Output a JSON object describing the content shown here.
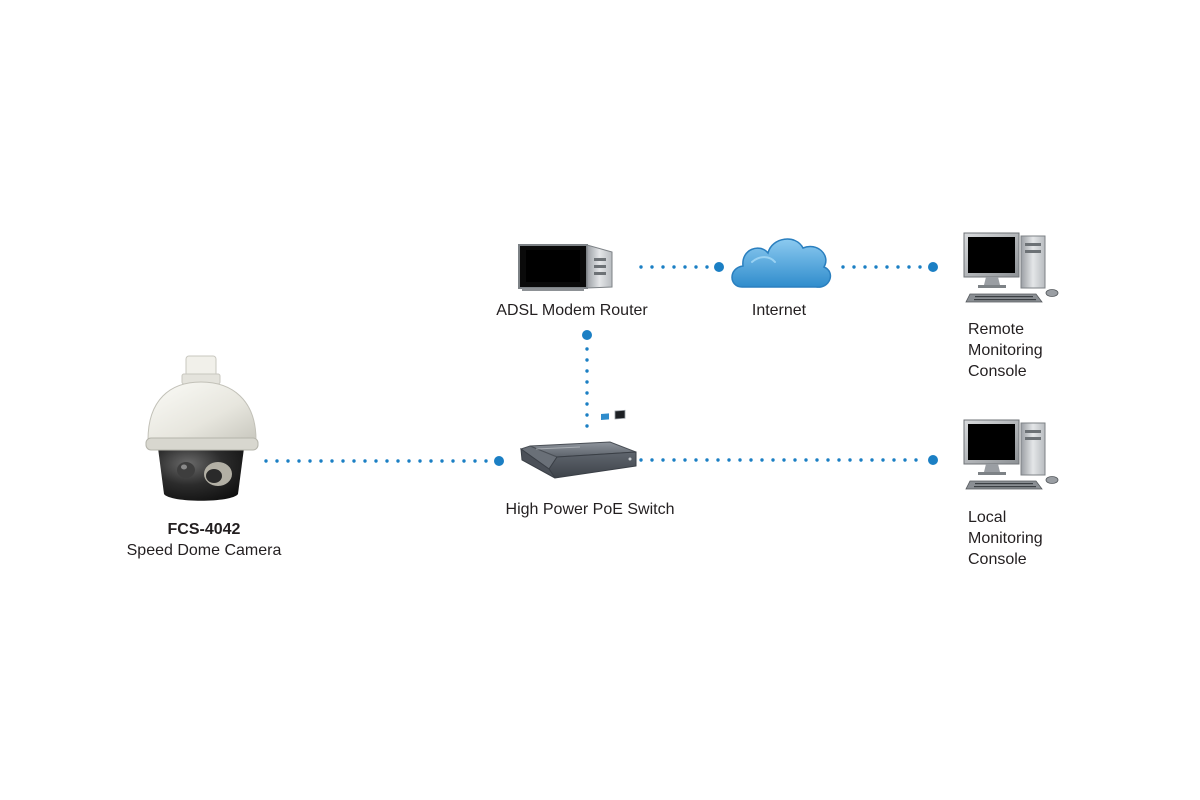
{
  "nodes": {
    "camera": {
      "model": "FCS-4042",
      "description": "Speed Dome Camera"
    },
    "router": {
      "label": "ADSL Modem Router"
    },
    "internet": {
      "label": "Internet"
    },
    "switch": {
      "label": "High Power PoE Switch"
    },
    "remote_console": {
      "line1": "Remote",
      "line2": "Monitoring",
      "line3": "Console"
    },
    "local_console": {
      "line1": "Local",
      "line2": "Monitoring",
      "line3": "Console"
    }
  },
  "connections": [
    {
      "from": "camera",
      "to": "switch"
    },
    {
      "from": "switch",
      "to": "router"
    },
    {
      "from": "router",
      "to": "internet"
    },
    {
      "from": "internet",
      "to": "remote_console"
    },
    {
      "from": "switch",
      "to": "local_console"
    }
  ],
  "colors": {
    "link": "#1b7fc4",
    "cloud": "#56a9dc",
    "text": "#231f20"
  },
  "icons": {
    "camera": "speed-dome-camera-icon",
    "router": "modem-router-icon",
    "internet": "cloud-icon",
    "switch": "poe-switch-icon",
    "console": "desktop-computer-icon"
  }
}
